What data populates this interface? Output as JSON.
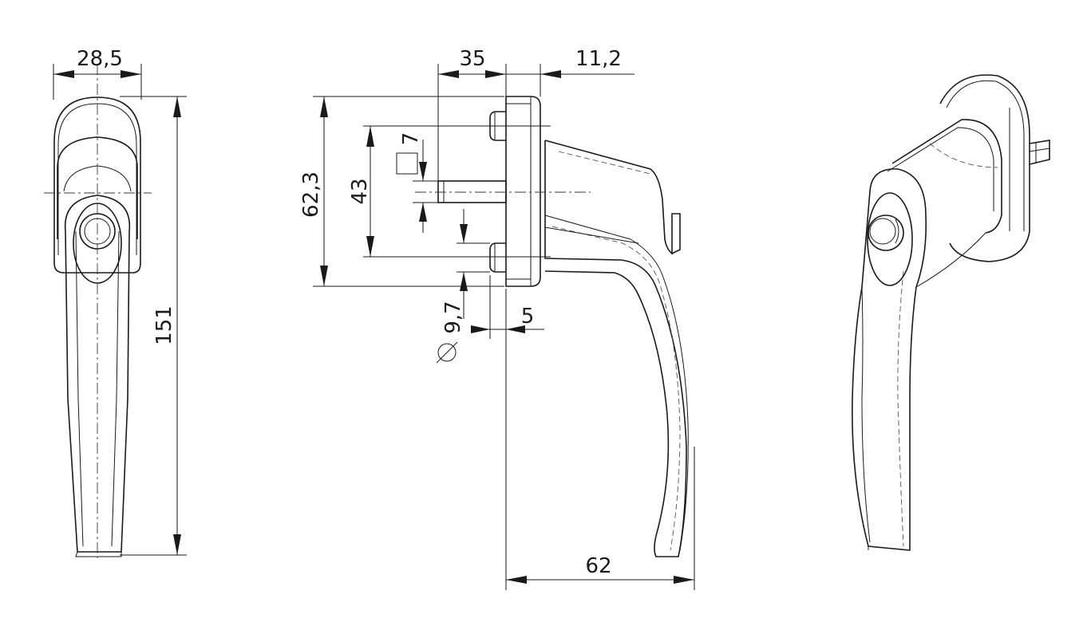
{
  "dimensions": {
    "width_front": "28,5",
    "offset_35": "35",
    "rosette_11_2": "11,2",
    "rosette_height": "62,3",
    "spacing_43": "43",
    "spindle_7": "7",
    "hole_dia": "9,7",
    "stud_5": "5",
    "total_height": "151",
    "projection": "62"
  }
}
